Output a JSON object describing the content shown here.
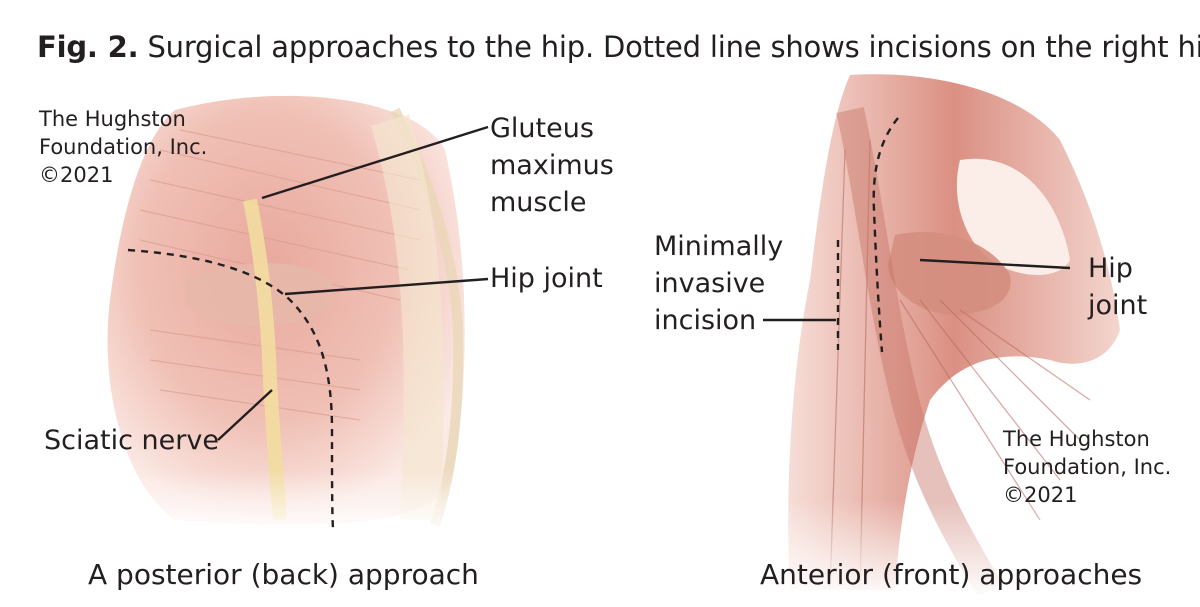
{
  "title": {
    "prefix": "Fig. 2.",
    "text": "Surgical approaches to the hip. Dotted line shows incisions on the right hip."
  },
  "posterior": {
    "credit": [
      "The Hughston",
      "Foundation, Inc.",
      "©2021"
    ],
    "labels": {
      "gluteus": [
        "Gluteus",
        "maximus",
        "muscle"
      ],
      "hip_joint": "Hip joint",
      "sciatic": "Sciatic nerve"
    },
    "caption": "A posterior (back) approach"
  },
  "anterior": {
    "labels": {
      "minimally": [
        "Minimally",
        "invasive",
        "incision"
      ],
      "hip_joint": [
        "Hip",
        "joint"
      ]
    },
    "credit": [
      "The Hughston",
      "Foundation, Inc.",
      "©2021"
    ],
    "caption": "Anterior (front) approaches"
  },
  "colors": {
    "muscle_light": "#f1c9c0",
    "muscle_mid": "#e3a094",
    "muscle_dark": "#c9786a",
    "nerve": "#f2dda0",
    "bone": "#f4e3d3",
    "leader_line": "#231f20"
  }
}
